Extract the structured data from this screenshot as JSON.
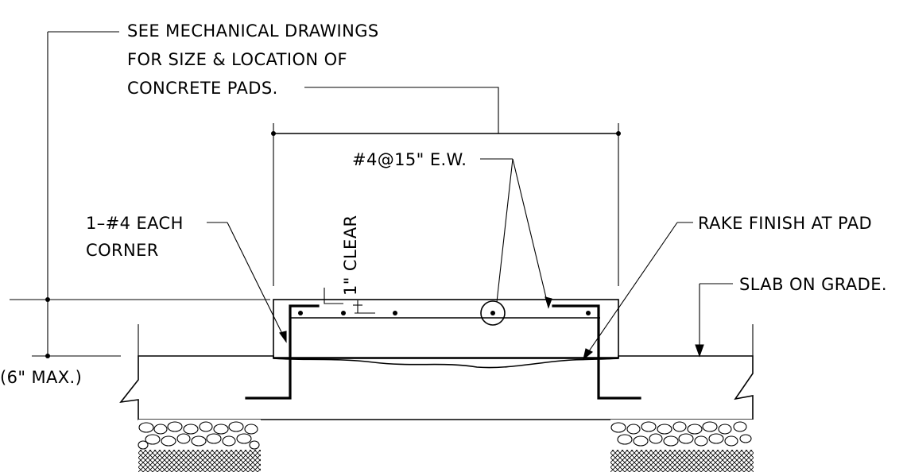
{
  "notes": {
    "mechanical_line1": "SEE MECHANICAL DRAWINGS",
    "mechanical_line2": "FOR SIZE & LOCATION OF",
    "mechanical_line3": "CONCRETE PADS.",
    "rebar_spacing": "#4@15\" E.W.",
    "clear_cover": "1\" CLEAR",
    "corner_bar_line1": "1–#4 EACH",
    "corner_bar_line2": "CORNER",
    "rake_finish": "RAKE FINISH AT PAD",
    "slab_on_grade": "SLAB ON GRADE.",
    "max_height": "(6\" MAX.)"
  },
  "colors": {
    "concrete": "#d9d9d9",
    "line": "#000000",
    "background": "#ffffff"
  }
}
